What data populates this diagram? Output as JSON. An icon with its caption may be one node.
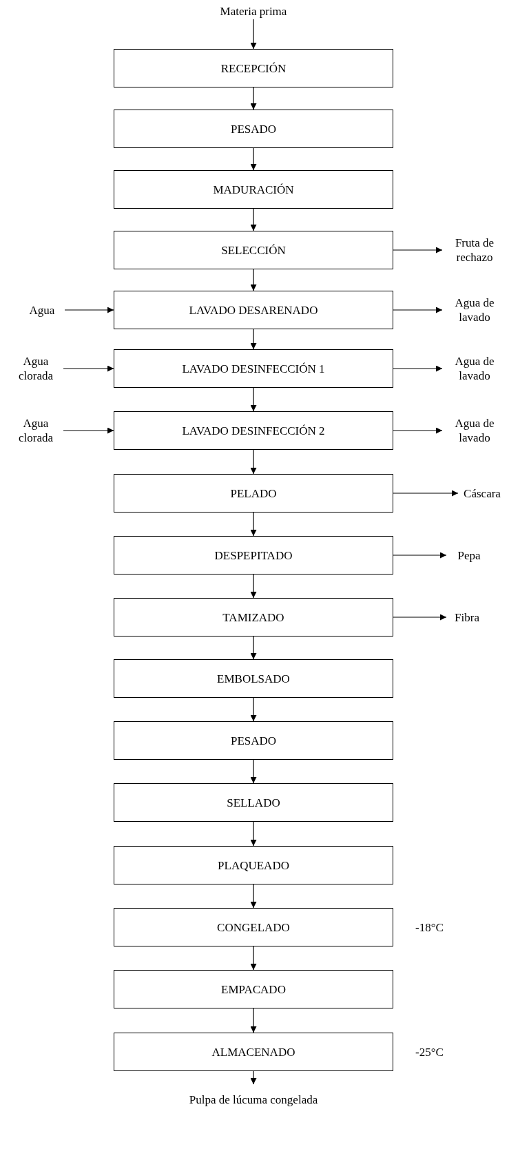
{
  "diagram": {
    "nodes": [
      {
        "text": [
          "Materia prima"
        ]
      },
      {
        "text": [
          "RECEPCIÓN"
        ]
      },
      {
        "text": [
          "PESADO"
        ]
      },
      {
        "text": [
          "MADURACIÓN"
        ]
      },
      {
        "text": [
          "SELECCIÓN"
        ]
      },
      {
        "text": [
          "Fruta de rechazo"
        ]
      },
      {
        "text": [
          "Agua"
        ]
      },
      {
        "text": [
          "LAVADO DESARENADO"
        ]
      },
      {
        "text": [
          "Agua de lavado"
        ]
      },
      {
        "text": [
          "Agua clorada"
        ]
      },
      {
        "text": [
          "LAVADO DESINFECCIÓN 1"
        ]
      },
      {
        "text": [
          "Agua de lavado"
        ]
      },
      {
        "text": [
          "Agua clorada"
        ]
      },
      {
        "text": [
          "LAVADO DESINFECCIÓN 2"
        ]
      },
      {
        "text": [
          "Agua de lavado"
        ]
      },
      {
        "text": [
          "PELADO"
        ]
      },
      {
        "text": [
          "Cáscara"
        ]
      },
      {
        "text": [
          "DESPEPITADO"
        ]
      },
      {
        "text": [
          "Pepa"
        ]
      },
      {
        "text": [
          "TAMIZADO"
        ]
      },
      {
        "text": [
          "Fibra"
        ]
      },
      {
        "text": [
          "EMBOLSADO"
        ]
      },
      {
        "text": [
          "PESADO"
        ]
      },
      {
        "text": [
          "SELLADO"
        ]
      },
      {
        "text": [
          "PLAQUEADO"
        ]
      },
      {
        "text": [
          "CONGELADO"
        ],
        "beside": [
          "-18°C"
        ]
      },
      {
        "text": [
          "EMPACADO"
        ]
      },
      {
        "text": [
          "ALMACENADO"
        ],
        "beside": [
          "-25°C"
        ]
      },
      {
        "text": [
          "Pulpa de lúcuma congelada"
        ]
      }
    ],
    "edges": [
      {
        "from": 0,
        "to": 1,
        "arrow": "to"
      },
      {
        "from": 1,
        "to": 2,
        "arrow": "to"
      },
      {
        "from": 2,
        "to": 3,
        "arrow": "to"
      },
      {
        "from": 3,
        "to": 4,
        "arrow": "to"
      },
      {
        "from": 4,
        "to": 5,
        "arrow": "to"
      },
      {
        "from": 4,
        "to": 7,
        "arrow": "to"
      },
      {
        "from": 6,
        "to": 7,
        "arrow": "to"
      },
      {
        "from": 7,
        "to": 8,
        "arrow": "to"
      },
      {
        "from": 7,
        "to": 10,
        "arrow": "to"
      },
      {
        "from": 9,
        "to": 10,
        "arrow": "to"
      },
      {
        "from": 10,
        "to": 11,
        "arrow": "to"
      },
      {
        "from": 10,
        "to": 13,
        "arrow": "to"
      },
      {
        "from": 12,
        "to": 13,
        "arrow": "to"
      },
      {
        "from": 13,
        "to": 14,
        "arrow": "to"
      },
      {
        "from": 13,
        "to": 15,
        "arrow": "to"
      },
      {
        "from": 15,
        "to": 16,
        "arrow": "to"
      },
      {
        "from": 15,
        "to": 17,
        "arrow": "to"
      },
      {
        "from": 17,
        "to": 18,
        "arrow": "to"
      },
      {
        "from": 17,
        "to": 19,
        "arrow": "to"
      },
      {
        "from": 19,
        "to": 20,
        "arrow": "to"
      },
      {
        "from": 19,
        "to": 21,
        "arrow": "to"
      },
      {
        "from": 21,
        "to": 22,
        "arrow": "to"
      },
      {
        "from": 22,
        "to": 23,
        "arrow": "to"
      },
      {
        "from": 23,
        "to": 24,
        "arrow": "to"
      },
      {
        "from": 24,
        "to": 25,
        "arrow": "to"
      },
      {
        "from": 25,
        "to": 26,
        "arrow": "to"
      },
      {
        "from": 26,
        "to": 27,
        "arrow": "to"
      },
      {
        "from": 27,
        "to": 28,
        "arrow": "to"
      }
    ]
  }
}
